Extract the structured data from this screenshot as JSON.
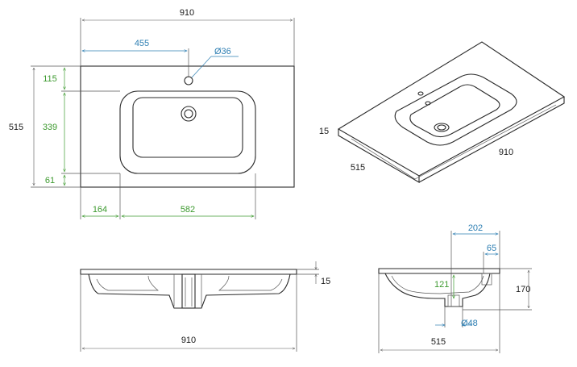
{
  "drawing": {
    "colors": {
      "black": "#1a1a1a",
      "blue": "#2e7fb3",
      "green": "#3d9a2f"
    },
    "top_view": {
      "width": "910",
      "tap_offset": "455",
      "tap_hole": "Ø36",
      "depth": "515",
      "back_margin": "115",
      "bowl_depth": "339",
      "front_margin": "61",
      "side_margin": "164",
      "bowl_width": "582"
    },
    "iso_view": {
      "thickness": "15",
      "depth": "515",
      "width": "910"
    },
    "front_view": {
      "width": "910",
      "thickness": "15"
    },
    "side_view": {
      "depth": "515",
      "height": "170",
      "drain_offset": "202",
      "overflow_offset": "65",
      "drain_height": "121",
      "drain_diameter": "Ø48"
    }
  }
}
